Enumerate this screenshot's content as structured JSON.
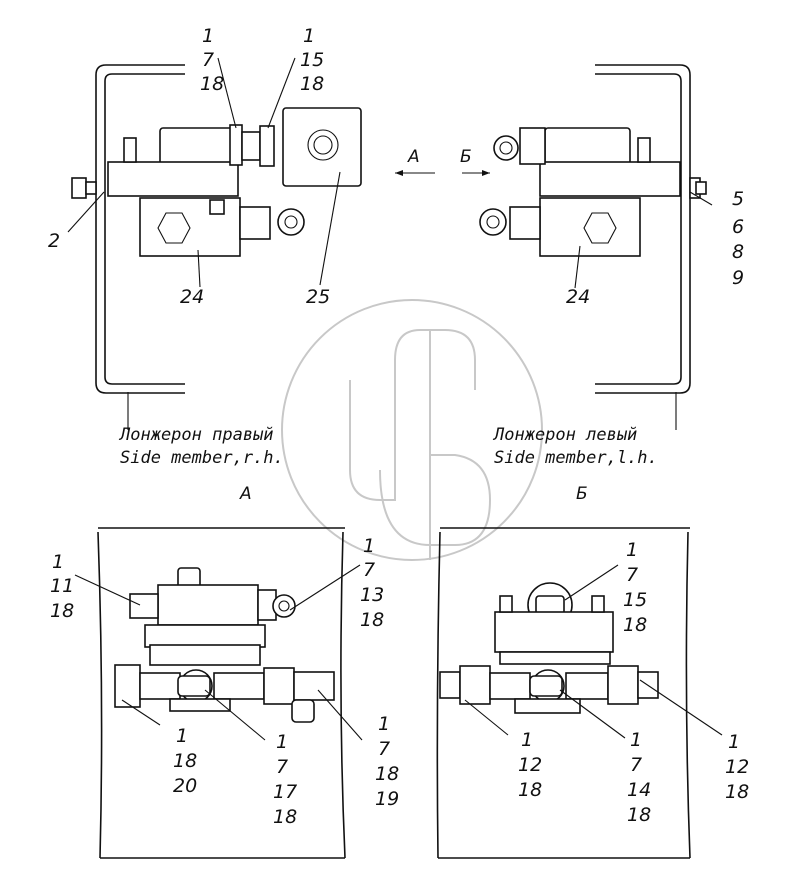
{
  "figure": {
    "callouts_top_left": {
      "c1": [
        "1",
        "7",
        "18"
      ],
      "c2": [
        "1",
        "15",
        "18"
      ],
      "c_left": "2",
      "c_24": "24",
      "c_25": "25"
    },
    "callouts_top_right": {
      "c_right": [
        "5",
        "6",
        "8",
        "9"
      ],
      "c_24": "24"
    },
    "arrows": {
      "a": "А",
      "b": "Б"
    },
    "captions": {
      "right_ru": "Лонжерон правый",
      "right_en": "Side member,r.h.",
      "left_ru": "Лонжерон левый",
      "left_en": "Side member,l.h."
    },
    "view_a": {
      "title": "А",
      "c_top_left": [
        "1",
        "11",
        "18"
      ],
      "c_top_right": [
        "1",
        "7",
        "13",
        "18"
      ],
      "c_bot_left": [
        "1",
        "18",
        "20"
      ],
      "c_bot_mid": [
        "1",
        "7",
        "17",
        "18"
      ],
      "c_bot_right": [
        "1",
        "7",
        "18",
        "19"
      ]
    },
    "view_b": {
      "title": "Б",
      "c_top": [
        "1",
        "7",
        "15",
        "18"
      ],
      "c_bot_left": [
        "1",
        "12",
        "18"
      ],
      "c_bot_mid": [
        "1",
        "7",
        "14",
        "18"
      ],
      "c_bot_right": [
        "1",
        "12",
        "18"
      ]
    }
  }
}
